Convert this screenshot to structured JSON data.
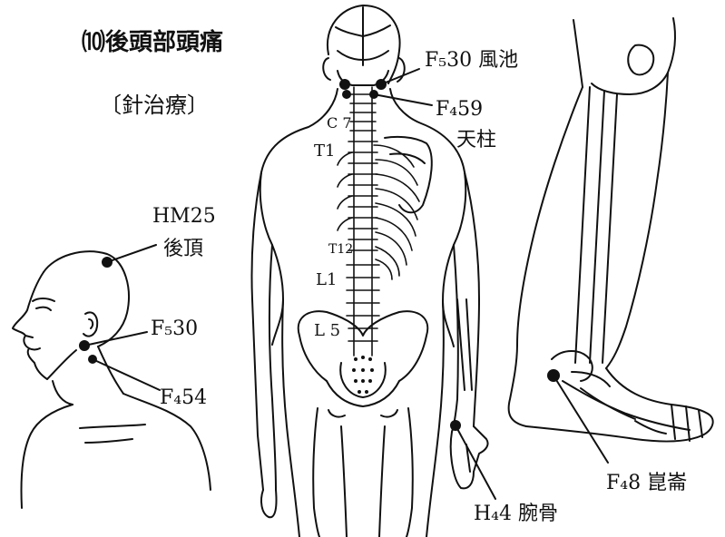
{
  "title": "⑽後頭部頭痛",
  "section": "〔針治療〕",
  "points": {
    "fuchi": {
      "code": "F₅30",
      "name": "風池"
    },
    "tenchu": {
      "code": "F₄59",
      "name": "天柱"
    },
    "hm25": {
      "code": "HM25",
      "name": "後頂"
    },
    "f530": {
      "code": "F₅30"
    },
    "f454": {
      "code": "F₄54"
    },
    "wankotsu": {
      "code": "H₄4",
      "name": "腕骨"
    },
    "konron": {
      "code": "F₄8",
      "name": "崑崙"
    }
  },
  "spine_labels": {
    "c7": "C 7",
    "t1": "T1",
    "t12": "T12",
    "l1": "L1",
    "l5": "L 5"
  },
  "ink_color": "#111111"
}
